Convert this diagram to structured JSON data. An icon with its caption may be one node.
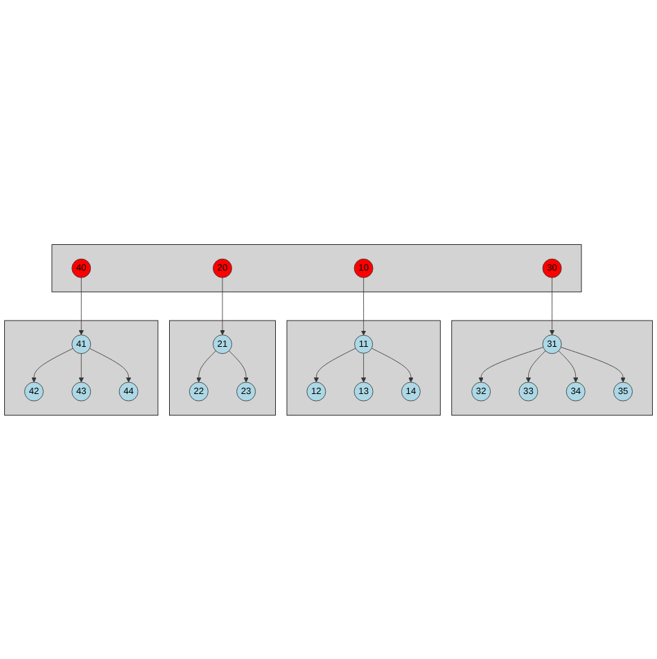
{
  "diagram": {
    "nodes": [
      {
        "text": [],
        "shape": "box"
      },
      {
        "text": [
          "31"
        ],
        "in": 0
      },
      {
        "text": [
          "32"
        ],
        "in": 0
      },
      {
        "text": [
          "33"
        ],
        "in": 0
      },
      {
        "text": [
          "34"
        ],
        "in": 0
      },
      {
        "text": [
          "35"
        ],
        "in": 0
      },
      {
        "text": [],
        "shape": "box"
      },
      {
        "text": [
          "30"
        ],
        "in": 6
      },
      {
        "text": [
          "10"
        ],
        "in": 6
      },
      {
        "text": [
          "20"
        ],
        "in": 6
      },
      {
        "text": [
          "40"
        ],
        "in": 6
      },
      {
        "text": [],
        "shape": "box"
      },
      {
        "text": [
          "11"
        ],
        "in": 11
      },
      {
        "text": [
          "12"
        ],
        "in": 11
      },
      {
        "text": [
          "13"
        ],
        "in": 11
      },
      {
        "text": [
          "14"
        ],
        "in": 11
      },
      {
        "text": [],
        "shape": "box"
      },
      {
        "text": [
          "21"
        ],
        "in": 16
      },
      {
        "text": [
          "22"
        ],
        "in": 16
      },
      {
        "text": [
          "23"
        ],
        "in": 16
      },
      {
        "text": [],
        "shape": "box"
      },
      {
        "text": [
          "41"
        ],
        "in": 20
      },
      {
        "text": [
          "42"
        ],
        "in": 20
      },
      {
        "text": [
          "43"
        ],
        "in": 20
      },
      {
        "text": [
          "44"
        ],
        "in": 20
      }
    ],
    "edges": [
      {
        "from": 1,
        "to": 2,
        "arrow": "to"
      },
      {
        "from": 1,
        "to": 3,
        "arrow": "to"
      },
      {
        "from": 1,
        "to": 4,
        "arrow": "to"
      },
      {
        "from": 1,
        "to": 5,
        "arrow": "to"
      },
      {
        "from": 7,
        "to": 1,
        "arrow": "to"
      },
      {
        "from": 8,
        "to": 12,
        "arrow": "to"
      },
      {
        "from": 12,
        "to": 13,
        "arrow": "to"
      },
      {
        "from": 12,
        "to": 14,
        "arrow": "to"
      },
      {
        "from": 12,
        "to": 15,
        "arrow": "to"
      },
      {
        "from": 9,
        "to": 17,
        "arrow": "to"
      },
      {
        "from": 17,
        "to": 18,
        "arrow": "to"
      },
      {
        "from": 17,
        "to": 19,
        "arrow": "to"
      },
      {
        "from": 10,
        "to": 21,
        "arrow": "to"
      },
      {
        "from": 21,
        "to": 22,
        "arrow": "to"
      },
      {
        "from": 21,
        "to": 23,
        "arrow": "to"
      },
      {
        "from": 21,
        "to": 24,
        "arrow": "to"
      }
    ]
  }
}
